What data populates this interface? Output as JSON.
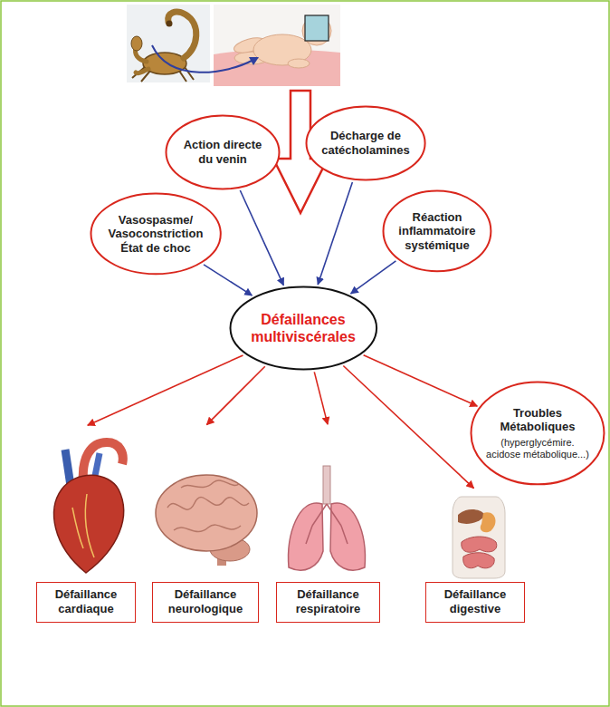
{
  "diagram": {
    "nodes": [
      {
        "text": [
          "Vasospasme/ Vasoconstriction État de choc"
        ]
      },
      {
        "text": [
          "Action directe du venin"
        ]
      },
      {
        "text": [
          "Décharge de catécholamines"
        ]
      },
      {
        "text": [
          "Réaction inflammatoire systémique"
        ]
      },
      {
        "text": [
          "Défaillances multiviscérales"
        ]
      },
      {
        "text": [
          "Défaillance cardiaque"
        ]
      },
      {
        "text": [
          "Défaillance neurologique"
        ]
      },
      {
        "text": [
          "Défaillance respiratoire"
        ]
      },
      {
        "text": [
          "Défaillance digestive"
        ]
      },
      {
        "text": [
          "Troubles Métaboliques",
          "(hyperglycémire. acidose métabolique...)"
        ]
      }
    ],
    "edges": [
      {
        "from": 0,
        "to": 4,
        "arrow": "to"
      },
      {
        "from": 1,
        "to": 4,
        "arrow": "to"
      },
      {
        "from": 2,
        "to": 4,
        "arrow": "to"
      },
      {
        "from": 3,
        "to": 4,
        "arrow": "to"
      },
      {
        "from": 4,
        "to": 5,
        "arrow": "to"
      },
      {
        "from": 4,
        "to": 6,
        "arrow": "to"
      },
      {
        "from": 4,
        "to": 7,
        "arrow": "to"
      },
      {
        "from": 4,
        "to": 8,
        "arrow": "to"
      },
      {
        "from": 4,
        "to": 9,
        "arrow": "to"
      }
    ]
  }
}
